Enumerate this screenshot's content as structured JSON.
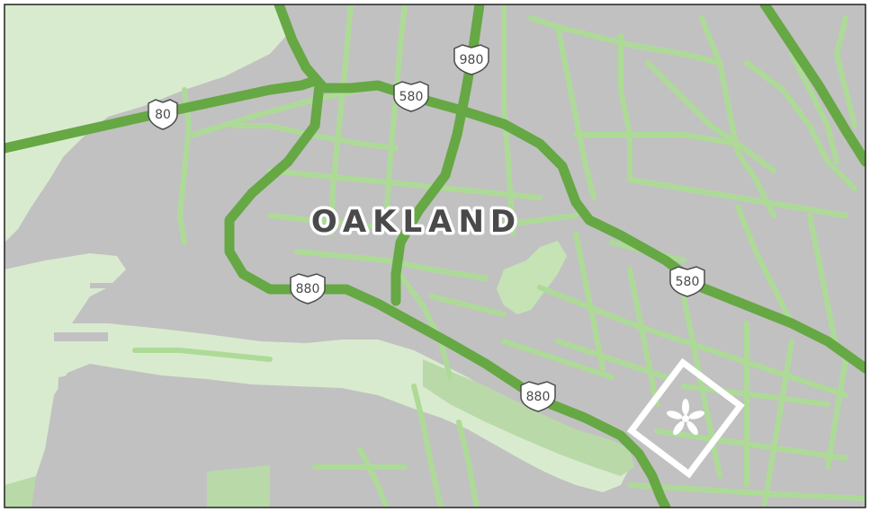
{
  "map": {
    "city_label": "OAKLAND",
    "colors": {
      "land": "#c1c1c1",
      "water": "#d9ebcf",
      "park": "#b9daa8",
      "street": "#addb97",
      "freeway": "#66a844",
      "shield_fill": "#ffffff",
      "shield_stroke": "#4a4a4a",
      "label_text": "#4a4a4a",
      "label_outline": "#ffffff",
      "marker": "#ffffff"
    },
    "shields": [
      {
        "route": "80"
      },
      {
        "route": "580"
      },
      {
        "route": "980"
      },
      {
        "route": "880"
      },
      {
        "route": "880"
      },
      {
        "route": "580"
      }
    ],
    "marker_icon": "asterisk-icon"
  }
}
